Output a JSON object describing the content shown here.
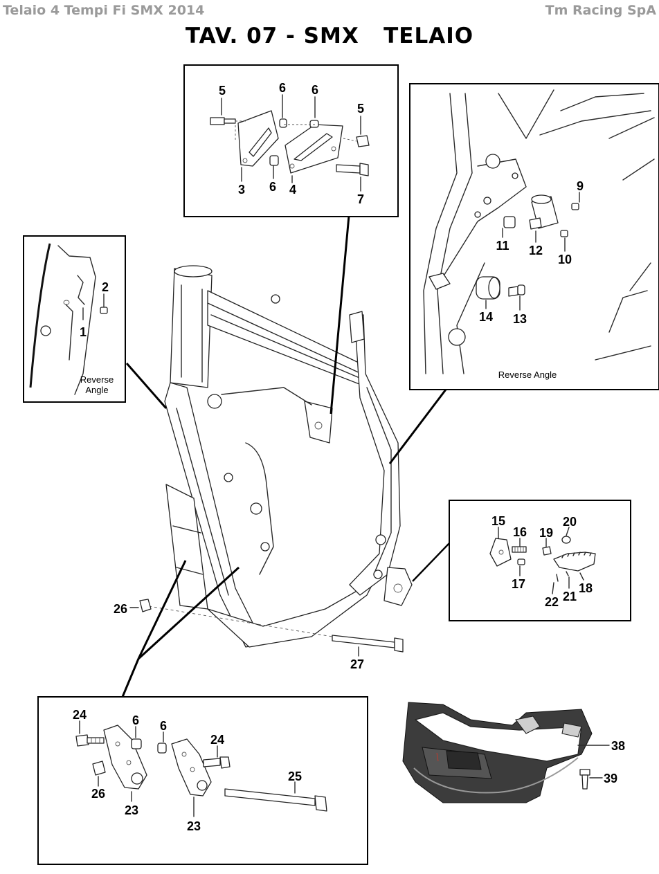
{
  "header": {
    "left": "Telaio 4 Tempi Fi SMX 2014",
    "right": "Tm Racing SpA"
  },
  "title": "TAV. 07 - SMX   TELAIO",
  "captions": {
    "reverse_angle_left_1": "Reverse",
    "reverse_angle_left_2": "Angle",
    "reverse_angle_right": "Reverse Angle"
  },
  "callouts": {
    "c1": "1",
    "c2": "2",
    "c3": "3",
    "c4": "4",
    "c5a": "5",
    "c5b": "5",
    "c6a": "6",
    "c6b": "6",
    "c6c": "6",
    "c7": "7",
    "c9": "9",
    "c10": "10",
    "c11": "11",
    "c12": "12",
    "c13": "13",
    "c14": "14",
    "c15": "15",
    "c16": "16",
    "c17": "17",
    "c18": "18",
    "c19": "19",
    "c20": "20",
    "c21": "21",
    "c22": "22",
    "c23a": "23",
    "c23b": "23",
    "c24a": "24",
    "c24b": "24",
    "c25": "25",
    "c26a": "26",
    "c26b": "26",
    "c6d": "6",
    "c6e": "6",
    "c27": "27",
    "c38": "38",
    "c39": "39"
  }
}
